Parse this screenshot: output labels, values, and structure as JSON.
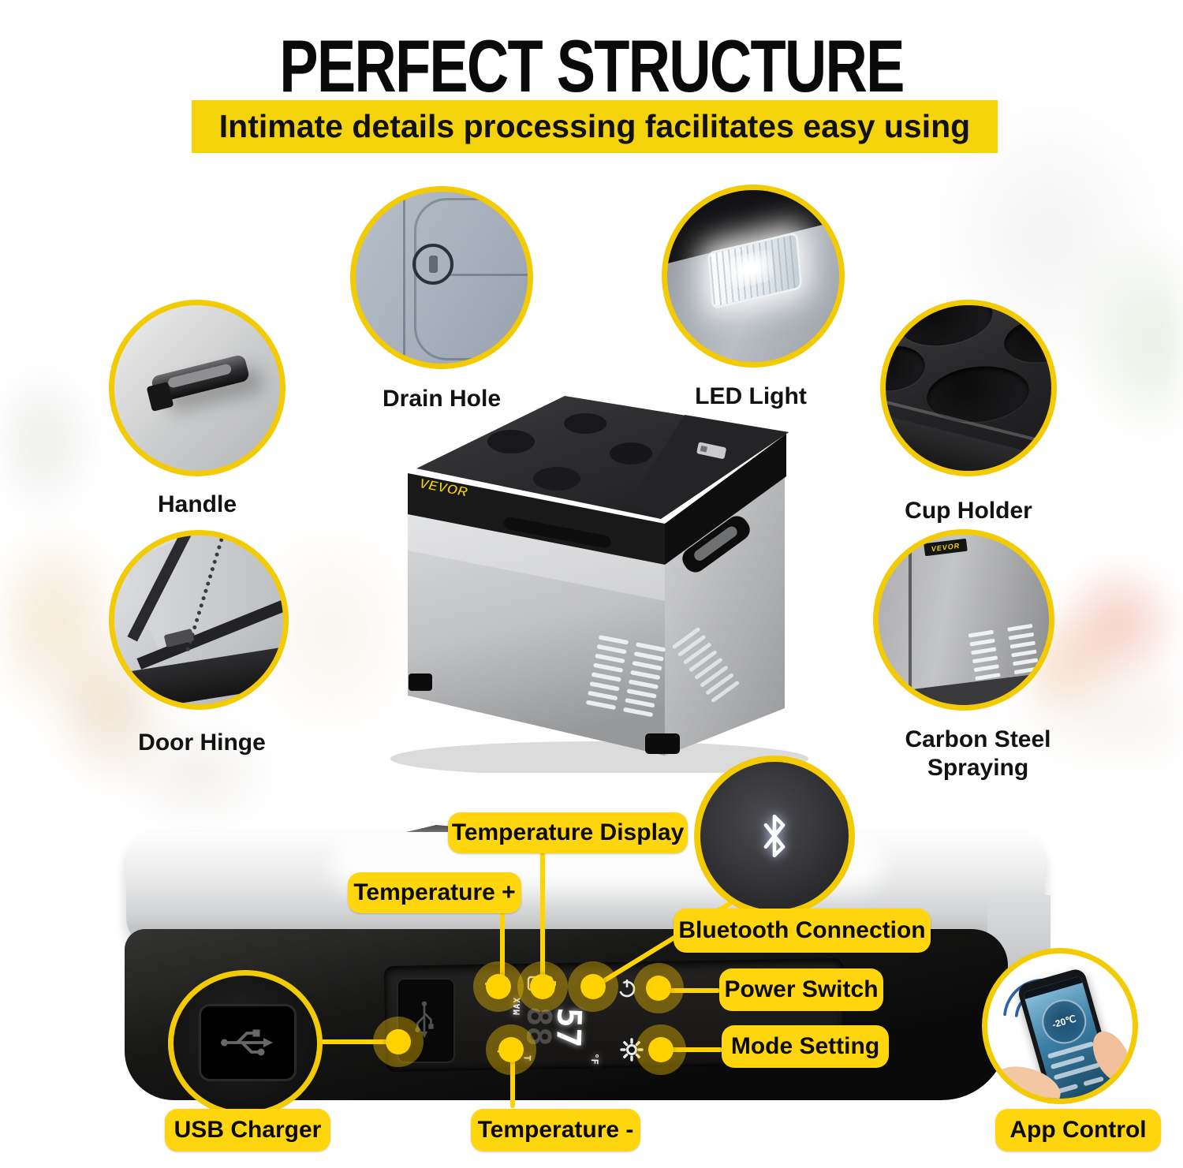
{
  "header": {
    "title": "PERFECT STRUCTURE",
    "subtitle": "Intimate details processing facilitates easy using"
  },
  "brand": {
    "name": "VEVOR"
  },
  "colors": {
    "banner_yellow": "#F5D30A",
    "callout_yellow": "#FFD60E",
    "highlight_dot_yellow": "#FFD200",
    "circle_ring_yellow": "#F2CB05",
    "connector_yellow": "#FFD400",
    "title_black": "#0A0A0A"
  },
  "features": {
    "handle": "Handle",
    "drain_hole": "Drain Hole",
    "led_light": "LED Light",
    "cup_holder": "Cup Holder",
    "door_hinge": "Door Hinge",
    "carbon_steel": "Carbon Steel Spraying"
  },
  "callouts": {
    "temperature_display": "Temperature Display",
    "temperature_plus": "Temperature +",
    "bluetooth_connection": "Bluetooth Connection",
    "power_switch": "Power Switch",
    "mode_setting": "Mode Setting",
    "usb_charger": "USB Charger",
    "temperature_minus": "Temperature -",
    "app_control": "App Control"
  },
  "panel_display": {
    "max_label": "MAX",
    "value": "57",
    "ghost_segments": "88",
    "unit": "°F",
    "aux": "T"
  },
  "app": {
    "temperature_reading": "-20℃"
  }
}
